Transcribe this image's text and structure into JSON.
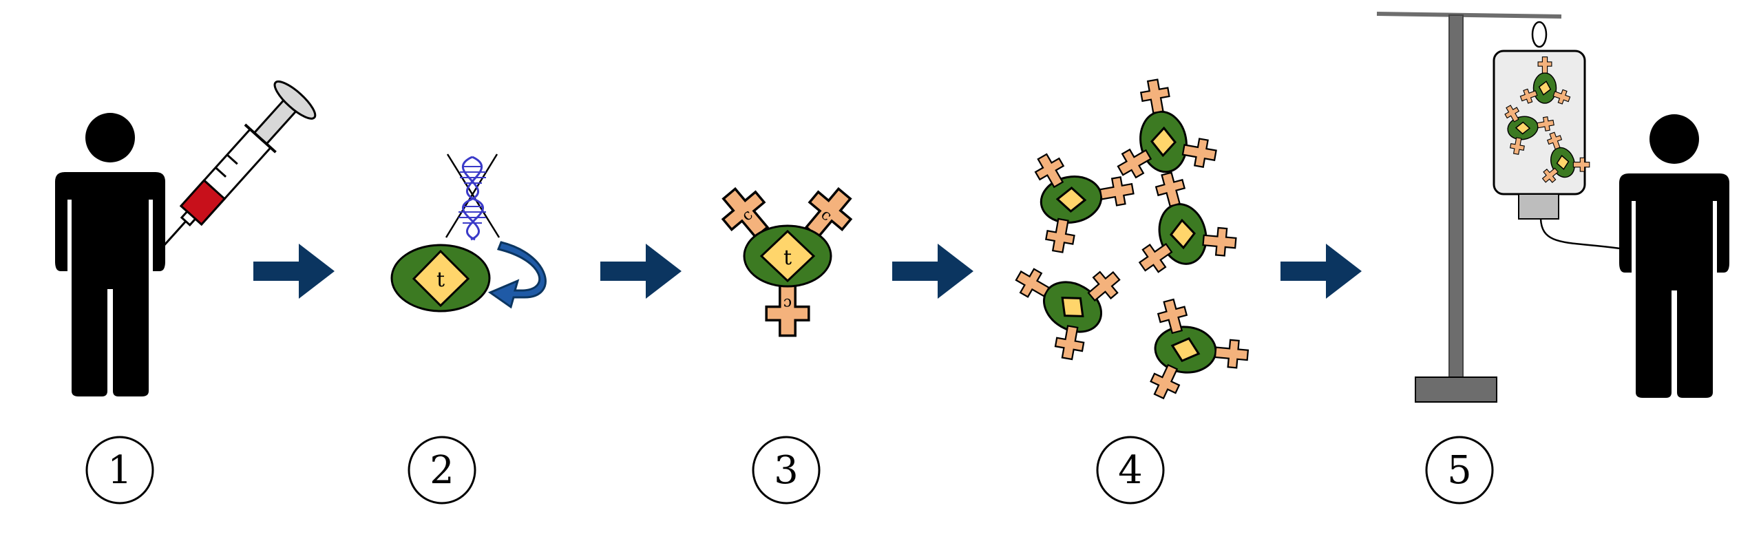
{
  "steps": [
    {
      "number": "1"
    },
    {
      "number": "2"
    },
    {
      "number": "3"
    },
    {
      "number": "4"
    },
    {
      "number": "5"
    }
  ],
  "cell_label": "t",
  "receptor_label": "c",
  "colors": {
    "person": "#000000",
    "arrow": "#0b3560",
    "cell_body": "#3c7a22",
    "cell_nucleus": "#ffd56b",
    "receptor": "#f4b27c",
    "blood": "#c8101b",
    "dna": "#3a3ac8",
    "stand": "#6d6d6d",
    "iv_bag": "#ececec"
  },
  "icons": [
    "person-icon",
    "syringe-icon",
    "dna-helix-icon",
    "cycle-arrow-icon",
    "t-cell-icon",
    "car-t-cell-icon",
    "iv-stand-icon",
    "iv-bag-icon",
    "flow-arrow-icon"
  ]
}
